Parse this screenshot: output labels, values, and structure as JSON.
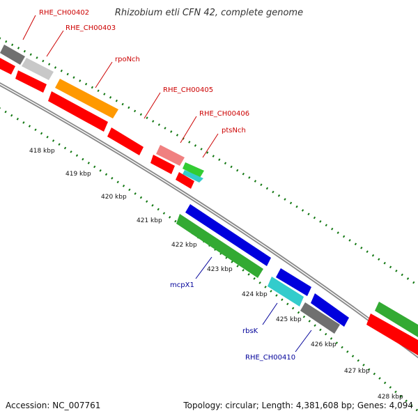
{
  "title": "Rhizobium etli CFN 42, complete genome",
  "footer": {
    "accession": "Accession: NC_007761",
    "summary": "Topology: circular; Length: 4,381,608 bp; Genes: 4,094"
  },
  "colors": {
    "forward_label": "#cc0000",
    "reverse_label": "#000099",
    "backbone": "#888888",
    "tick": "#117711"
  },
  "kbp_labels": [
    "418 kbp",
    "419 kbp",
    "420 kbp",
    "421 kbp",
    "422 kbp",
    "423 kbp",
    "424 kbp",
    "425 kbp",
    "426 kbp",
    "427 kbp",
    "428 kbp"
  ],
  "gene_labels": [
    {
      "text": "RHE_CH00402",
      "strand": "forward"
    },
    {
      "text": "RHE_CH00403",
      "strand": "forward"
    },
    {
      "text": "rpoNch",
      "strand": "forward"
    },
    {
      "text": "RHE_CH00405",
      "strand": "forward"
    },
    {
      "text": "RHE_CH00406",
      "strand": "forward"
    },
    {
      "text": "ptsNch",
      "strand": "forward"
    },
    {
      "text": "mcpX1",
      "strand": "reverse"
    },
    {
      "text": "rbsK",
      "strand": "reverse"
    },
    {
      "text": "RHE_CH00410",
      "strand": "reverse"
    }
  ],
  "genes": [
    {
      "name": "RHE_CH00402",
      "color": "#707070",
      "track": "outer-forward"
    },
    {
      "name": "RHE_CH00403",
      "color": "#c8c8c8",
      "track": "outer-forward"
    },
    {
      "name": "rpoNch",
      "color": "#ff9900",
      "track": "outer-forward"
    },
    {
      "name": "RHE_CH00405",
      "color": "#f08080",
      "track": "outer-forward"
    },
    {
      "name": "ptsNch",
      "color": "#33cc33",
      "track": "outer-forward"
    },
    {
      "name": "RHE_CH00406",
      "color": "#33cccc",
      "track": "inner-forward"
    },
    {
      "name": "mcpX1",
      "color": "#0000dd",
      "track": "outer-reverse"
    },
    {
      "name": "rbsK",
      "color": "#0000dd",
      "track": "outer-reverse"
    },
    {
      "name": "RHE_CH00410",
      "color": "#0000dd",
      "track": "outer-reverse"
    },
    {
      "name": "cog-red-1",
      "color": "#ff0000",
      "track": "cog"
    },
    {
      "name": "cog-green",
      "color": "#33aa33",
      "track": "cog"
    },
    {
      "name": "cog-cyan",
      "color": "#33cccc",
      "track": "cog"
    },
    {
      "name": "cog-grey",
      "color": "#707070",
      "track": "cog"
    }
  ]
}
